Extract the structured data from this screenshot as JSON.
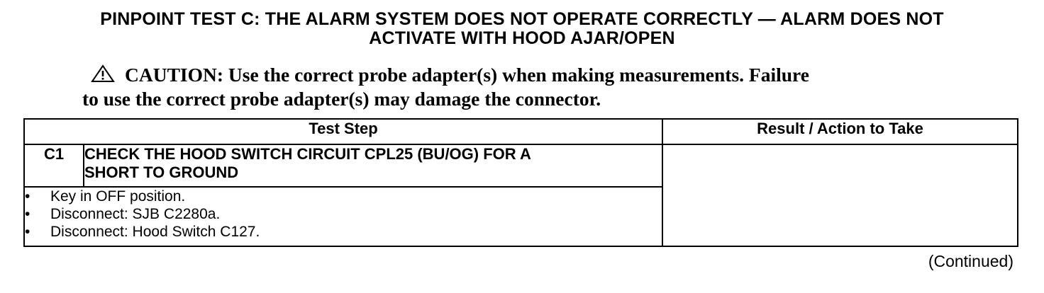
{
  "title": {
    "line1": "PINPOINT TEST C: THE ALARM SYSTEM DOES NOT OPERATE CORRECTLY — ALARM DOES NOT",
    "line2": "ACTIVATE WITH HOOD AJAR/OPEN"
  },
  "caution": {
    "icon": "warning-triangle-icon",
    "line1": "CAUTION: Use the correct probe adapter(s) when making measurements. Failure",
    "line2": "to use the correct probe adapter(s) may damage the connector."
  },
  "table": {
    "headers": {
      "test_step": "Test Step",
      "result_action": "Result / Action to Take"
    },
    "steps": [
      {
        "id": "C1",
        "title_line1": "CHECK THE HOOD SWITCH CIRCUIT CPL25 (BU/OG) FOR A",
        "title_line2": "SHORT TO GROUND",
        "bullets": [
          "Key in OFF position.",
          "Disconnect: SJB C2280a.",
          "Disconnect: Hood Switch C127."
        ],
        "result": ""
      }
    ]
  },
  "footer": {
    "continued": "(Continued)"
  }
}
